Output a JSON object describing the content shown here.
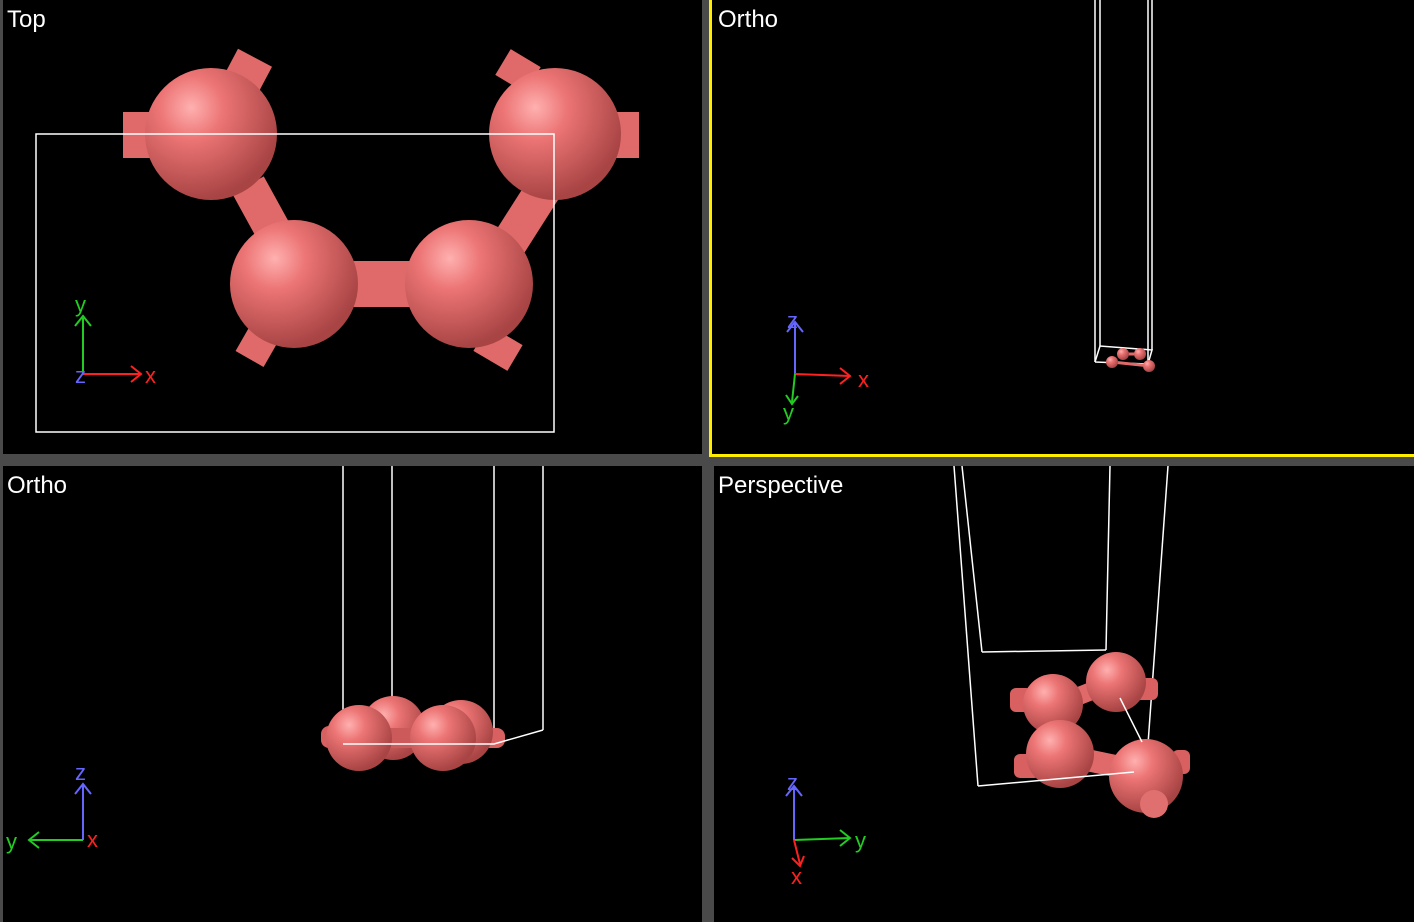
{
  "viewports": {
    "top": {
      "label": "Top",
      "axes": {
        "h": "x",
        "v": "y",
        "depth": "z"
      }
    },
    "ortho_a": {
      "label": "Ortho",
      "axes": {
        "h": "x",
        "v": "z",
        "depth": "y"
      }
    },
    "ortho_b": {
      "label": "Ortho",
      "axes": {
        "h": "y",
        "v": "z",
        "depth": "x"
      }
    },
    "perspective": {
      "label": "Perspective",
      "axes": {
        "h": "y",
        "v": "z",
        "depth": "x"
      }
    }
  },
  "colors": {
    "atom": "#e86a6a",
    "cell": "#ffffff",
    "active_border": "#ffee00",
    "axis_x": "#ff2020",
    "axis_y": "#22cc22",
    "axis_z": "#6666ff",
    "background": "#000000",
    "separator": "#4a4a4a"
  }
}
